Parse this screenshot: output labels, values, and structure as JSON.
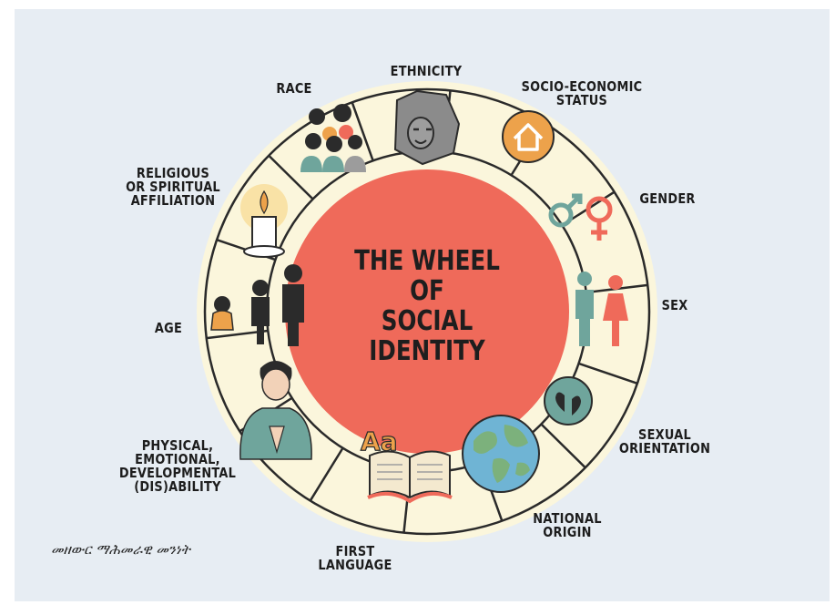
{
  "diagram": {
    "title": "THE WHEEL\nOF\nSOCIAL\nIDENTITY",
    "segments": [
      {
        "id": "ethnicity",
        "label": "ETHNICITY",
        "icon": "mask-icon"
      },
      {
        "id": "socio-economic-status",
        "label": "SOCIO-ECONOMIC\nSTATUS",
        "icon": "house-icon"
      },
      {
        "id": "gender",
        "label": "GENDER",
        "icon": "gender-symbols-icon"
      },
      {
        "id": "sex",
        "label": "SEX",
        "icon": "male-female-figures-icon"
      },
      {
        "id": "sexual-orientation",
        "label": "SEXUAL\nORIENTATION",
        "icon": "hearts-icon"
      },
      {
        "id": "national-origin",
        "label": "NATIONAL\nORIGIN",
        "icon": "globe-icon"
      },
      {
        "id": "first-language",
        "label": "FIRST\nLANGUAGE",
        "icon": "book-icon",
        "icon_text": "Aa"
      },
      {
        "id": "disability",
        "label": "PHYSICAL,\nEMOTIONAL,\nDEVELOPMENTAL\n(DIS)ABILITY",
        "icon": "person-icon"
      },
      {
        "id": "age",
        "label": "AGE",
        "icon": "family-figures-icon"
      },
      {
        "id": "religion",
        "label": "RELIGIOUS\nOR SPIRITUAL\nAFFILIATION",
        "icon": "candle-icon"
      },
      {
        "id": "race",
        "label": "RACE",
        "icon": "people-group-icon"
      }
    ]
  },
  "caption": "መዘውር ማሕመራዊ መንነት",
  "colors": {
    "background": "#e7edf3",
    "ring": "#fbf6dc",
    "ring_outline": "#2a2a2a",
    "center": "#ef6a5a",
    "teal": "#6fa59c",
    "orange": "#eda24b",
    "dark": "#2b2b2b"
  }
}
